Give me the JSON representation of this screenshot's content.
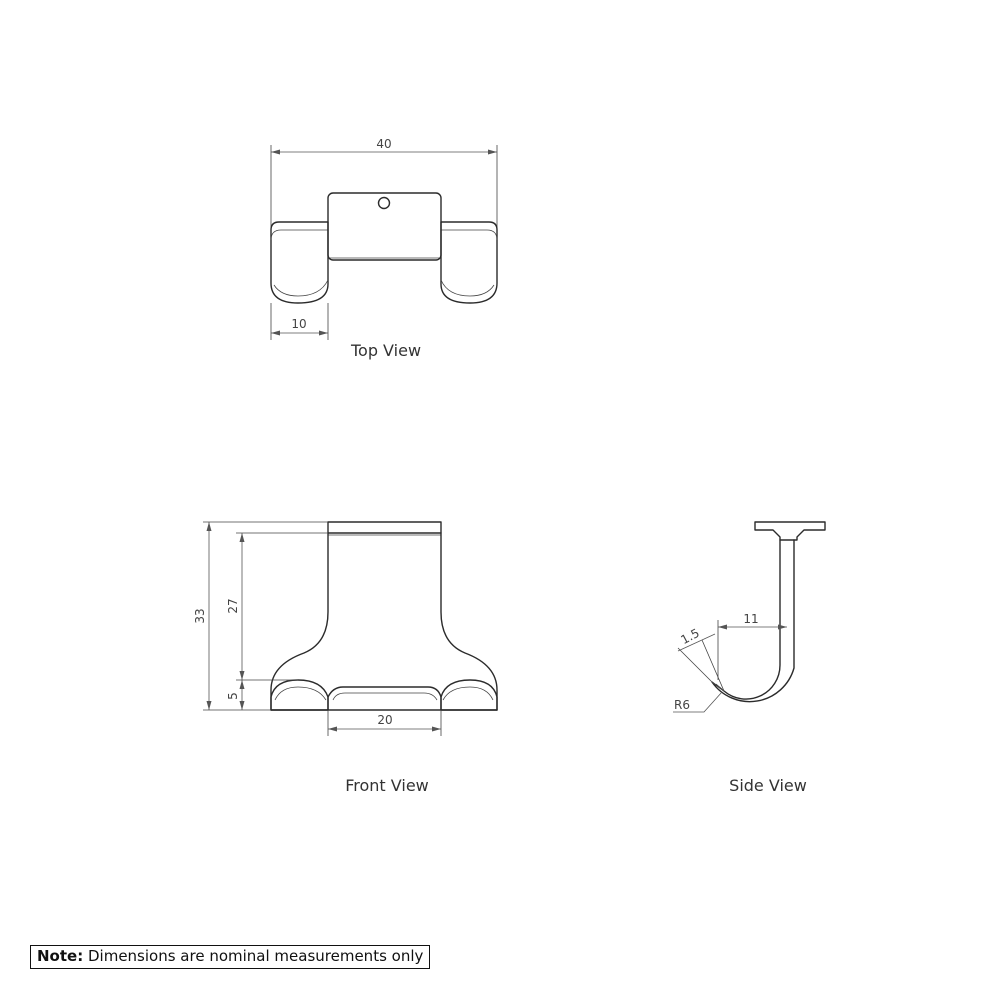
{
  "views": {
    "top": {
      "caption": "Top View",
      "dim_overall_width": "40",
      "dim_hook_width": "10"
    },
    "front": {
      "caption": "Front View",
      "dim_overall_height": "33",
      "dim_body_height": "27",
      "dim_lip_height": "5",
      "dim_center_width": "20"
    },
    "side": {
      "caption": "Side View",
      "dim_depth": "11",
      "dim_tip": "1.5",
      "dim_radius": "R6"
    }
  },
  "note": {
    "label": "Note:",
    "text": "Dimensions are nominal measurements only"
  }
}
